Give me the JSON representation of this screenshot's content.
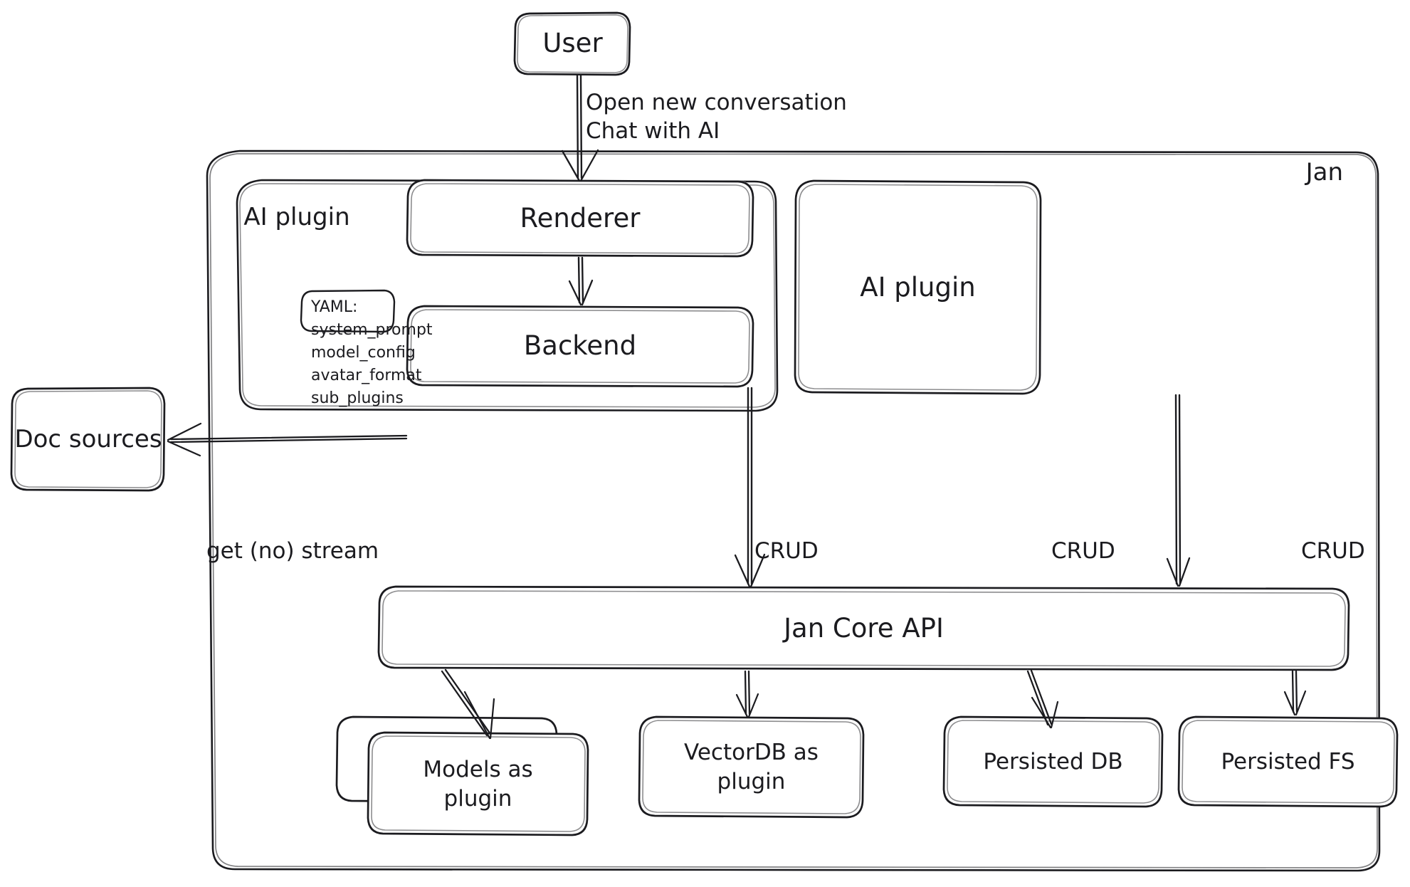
{
  "diagram": {
    "title": "Jan architecture diagram",
    "style": "hand-drawn",
    "stroke_color": "#1b1b1f",
    "background_color": "#ffffff",
    "containers": [
      {
        "id": "jan",
        "label": "Jan"
      },
      {
        "id": "ai-plugin-group",
        "label": "AI plugin"
      }
    ],
    "nodes": [
      {
        "id": "user",
        "label": "User"
      },
      {
        "id": "renderer",
        "label": "Renderer"
      },
      {
        "id": "backend",
        "label": "Backend"
      },
      {
        "id": "ai-plugin",
        "label": "AI plugin"
      },
      {
        "id": "doc-sources",
        "label": "Doc sources"
      },
      {
        "id": "jan-core-api",
        "label": "Jan Core API"
      },
      {
        "id": "models-as-plugin",
        "label": "Models as\nplugin"
      },
      {
        "id": "vectordb-as-plugin",
        "label": "VectorDB as\nplugin"
      },
      {
        "id": "persisted-db",
        "label": "Persisted DB"
      },
      {
        "id": "persisted-fs",
        "label": "Persisted FS"
      }
    ],
    "yaml_box": {
      "heading": "YAML:",
      "keys": [
        "system_prompt",
        "model_config",
        "avatar_format",
        "sub_plugins"
      ]
    },
    "edges": [
      {
        "from": "user",
        "to": "renderer",
        "label": "Open new conversation\nChat with AI"
      },
      {
        "from": "renderer",
        "to": "backend",
        "label": ""
      },
      {
        "from": "backend",
        "to": "doc-sources",
        "label": ""
      },
      {
        "from": "backend",
        "to": "jan-core-api",
        "label": ""
      },
      {
        "from": "ai-plugin",
        "to": "jan-core-api",
        "label": ""
      },
      {
        "from": "jan-core-api",
        "to": "models-as-plugin",
        "label": "get (no) stream"
      },
      {
        "from": "jan-core-api",
        "to": "vectordb-as-plugin",
        "label": "CRUD"
      },
      {
        "from": "jan-core-api",
        "to": "persisted-db",
        "label": "CRUD"
      },
      {
        "from": "jan-core-api",
        "to": "persisted-fs",
        "label": "CRUD"
      }
    ],
    "edge_labels": {
      "user_to_renderer_line1": "Open new conversation",
      "user_to_renderer_line2": "Chat with AI",
      "get_no_stream": "get (no) stream",
      "crud_vectordb": "CRUD",
      "crud_db": "CRUD",
      "crud_fs": "CRUD"
    }
  }
}
